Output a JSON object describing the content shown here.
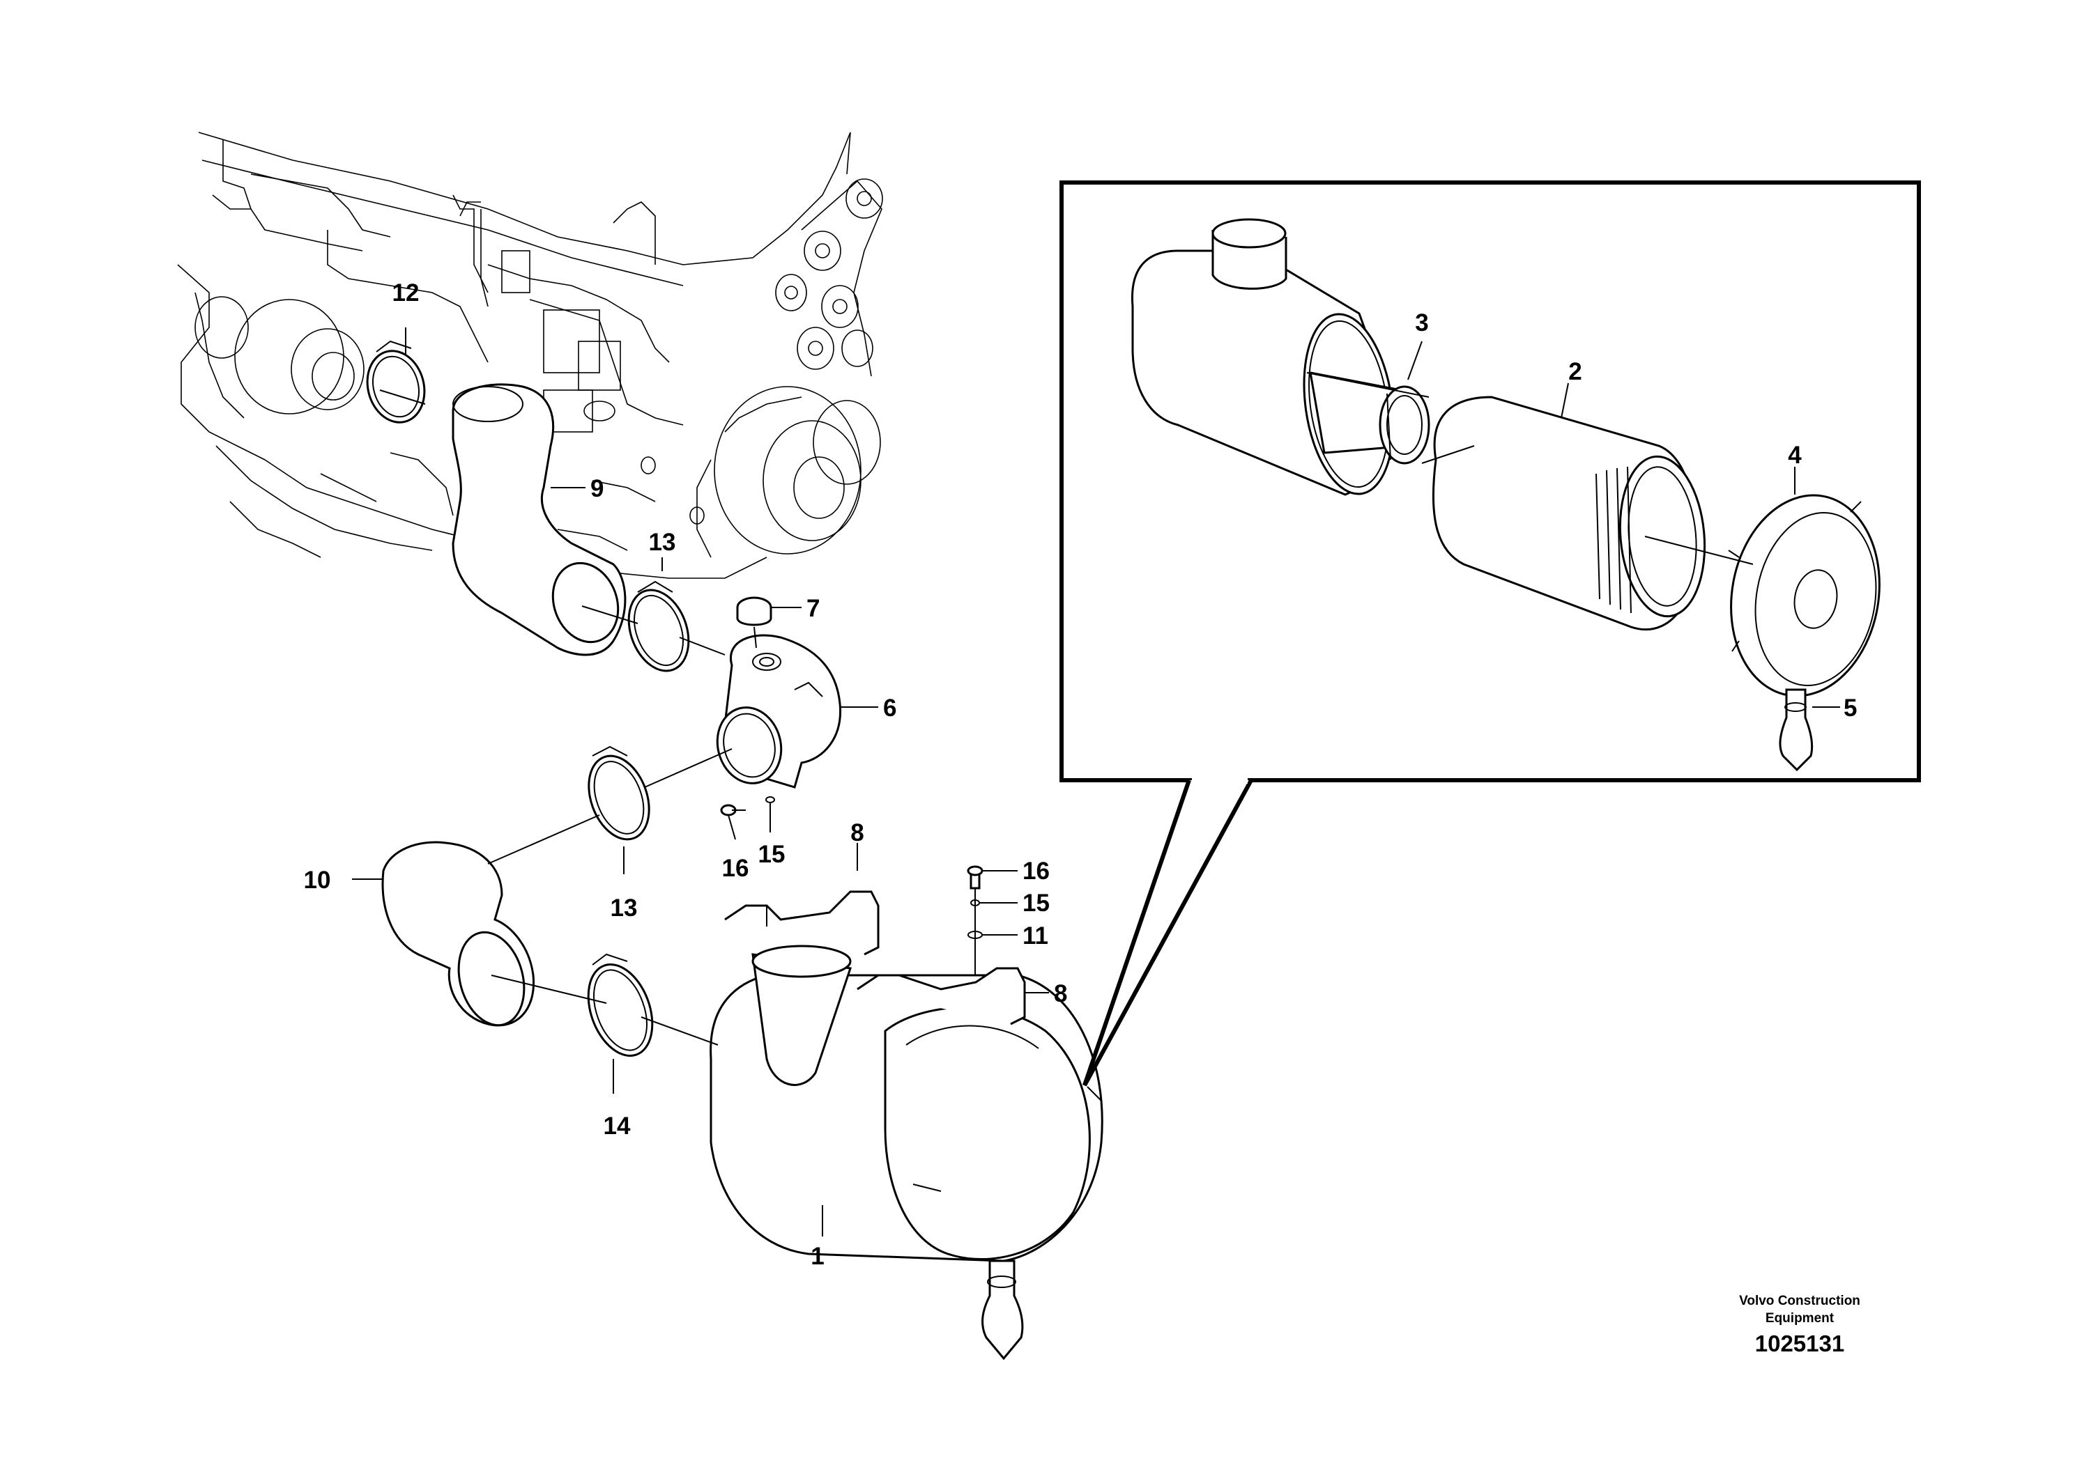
{
  "callouts": {
    "c1": "1",
    "c2": "2",
    "c3": "3",
    "c4": "4",
    "c5": "5",
    "c6": "6",
    "c7": "7",
    "c8a": "8",
    "c8b": "8",
    "c9": "9",
    "c10": "10",
    "c11": "11",
    "c12": "12",
    "c13a": "13",
    "c13b": "13",
    "c14": "14",
    "c15a": "15",
    "c15b": "15",
    "c16a": "16",
    "c16b": "16"
  },
  "credit": {
    "line1": "Volvo Construction",
    "line2": "Equipment"
  },
  "document_number": "1025131",
  "colors": {
    "ink": "#000000",
    "paper": "#ffffff"
  }
}
